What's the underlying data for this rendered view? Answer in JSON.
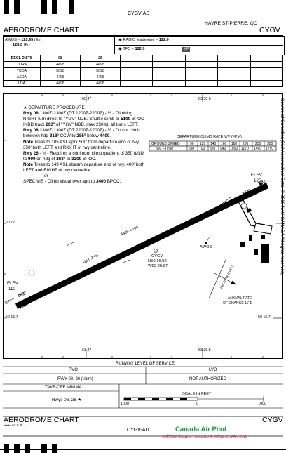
{
  "header": {
    "chart_id": "CYGV-AD",
    "location": "HAVRE ST-PIERRE, QC",
    "chart_title": "AERODROME CHART",
    "ident": "CYGV"
  },
  "comms": {
    "awos_label": "AWOS –",
    "awos_freq_en": "125.95",
    "awos_en": "(En)",
    "awos_freq_fr": "128.3",
    "awos_fr": "(Fr)",
    "radio_label": "RADIO Madeleine –",
    "radio_freq": "122.0",
    "tfc_label": "TFC –",
    "tfc_freq": "122.0",
    "mf_tag": "MF"
  },
  "distances": {
    "header": [
      "DECL DISTS",
      "08",
      "26"
    ],
    "rows": [
      [
        "TORA",
        "4498",
        "4498"
      ],
      [
        "TODA",
        "5098",
        "5098"
      ],
      [
        "ASDA",
        "4498",
        "4498"
      ],
      [
        "LDA",
        "4498",
        "4498"
      ]
    ]
  },
  "grid_labels": {
    "top_lon_left": "63 37",
    "top_lon_right": "63 36.5",
    "bottom_lon_left": "63 37",
    "bottom_lon_right": "63 36.5",
    "lat_upper": "50 17",
    "lat_lower_left": "50 16.7",
    "lat_lower_right": "50 16.7"
  },
  "procedure": {
    "heading": "DEPARTURE PROCEDURE",
    "l1_rwy": "Rwy 08",
    "l1_text": " 1300Z-2300Z (DT 1200Z-2200Z) - ½ - Climbing RIGHT turn direct to \"YGV\" NDB. Shuttle climb to ",
    "l1_alt": "5100",
    "l1_text2": " BPOC INBD track ",
    "l1_trk": "293°",
    "l1_text3": " of \"YGV\" NDB, max 250 kt, all turns LEFT.",
    "l2_rwy": "Rwy 08",
    "l2_text": " 2300Z-1300Z (DT 2200Z-1200Z) - ½ - Do not climb between hdg ",
    "l2_h1": "318°",
    "l2_text2": " CCW to ",
    "l2_h2": "285°",
    "l2_text3": " below ",
    "l2_alt": "4400",
    "l2_text4": ".",
    "n1_label": "Note",
    "n1_text": " Trees to 185 ASL aprx 500' from departure end of rwy, 350' both LEFT and RIGHT of rwy centreline.",
    "l3_rwy": "Rwy 26",
    "l3_text": " - ½ - Requires a minimum climb gradient of 350 ft/NM to ",
    "l3_alt": "900",
    "l3_text2": " on hdg of ",
    "l3_hdg": "263°",
    "l3_text3": " to ",
    "l3_alt2": "3300",
    "l3_text4": " BPOC.",
    "n2_label": "Note",
    "n2_text": " Trees to 149 ASL abeam departure end of rwy, 400' both LEFT and RIGHT of rwy centreline.",
    "or": "or",
    "svc_text": "SPEC VIS - Climb visual over aprt to ",
    "svc_alt": "3400",
    "svc_text2": " BPOC."
  },
  "climb_table": {
    "title": "DEPARTURE CLIMB RATE V/V (FPM)",
    "row1_label": "GROUND SPEED",
    "row2_label": "350 FT/NM",
    "speeds": [
      "90",
      "120",
      "140",
      "160",
      "180",
      "200",
      "250",
      "300"
    ],
    "rates": [
      "530",
      "700",
      "820",
      "940",
      "1050",
      "1170",
      "1460",
      "1750"
    ]
  },
  "airport": {
    "elev_label_e": "ELEV",
    "elev_e": "125",
    "elev_label_w": "ELEV",
    "elev_w": "110",
    "runway_dims": "4498 x 100",
    "slope": "Up 0.33%",
    "rwy_08": "08",
    "rwy_26": "26",
    "hdg_083": "083°",
    "hdg_263": "263°",
    "label_40": "40'",
    "label_a5": "A5",
    "awos": "AWOS",
    "arp_name": "CYGV",
    "arp_lat": "N50 16.92",
    "arp_lon": "W63 36.67",
    "var": "VAR 20°W (2017)",
    "var_note1": "ANNUAL RATE",
    "var_note2": "OF CHANGE 11' E"
  },
  "side_note": "Source of Canadian Civil Aeronautical Data: © 2018 NAV CANADA All rights reserved",
  "rls": {
    "title": "RUNWAY LEVEL OF SERVICE",
    "rvo_h": "RVO",
    "lvo_h": "LVO",
    "rvo_v": "RWY 08, 26  (½sm)",
    "lvo_v": "NOT AUTHORIZED"
  },
  "tom": {
    "title": "TAKE-OFF MINIMA",
    "value": "Rwys 08, 26  ★"
  },
  "scale": {
    "title": "SCALE IN FEET",
    "left": "1000",
    "mid": "0",
    "right": "1000"
  },
  "footer": {
    "chart_title": "AERODROME CHART",
    "ident": "CYGV",
    "eff": "EFF 22 JUN 17",
    "chart_id": "CYGV-AD",
    "brand": "Canada Air Pilot",
    "effective": "Effective 0901Z 1 FEB 2018 to 0901Z 29 MAR 2018"
  }
}
